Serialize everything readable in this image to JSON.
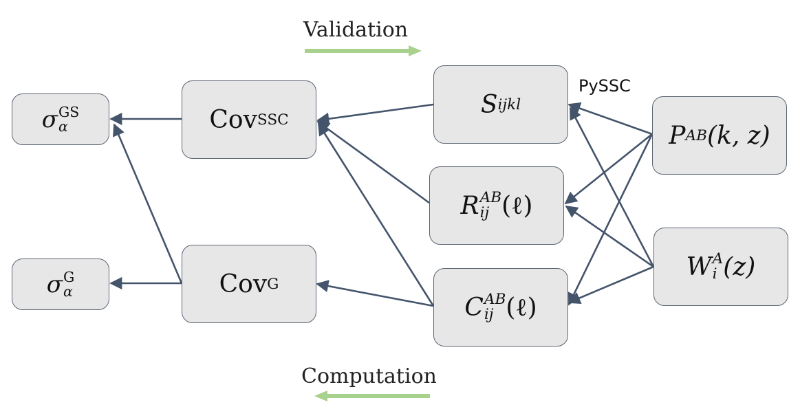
{
  "captions": {
    "validation": "Validation",
    "computation": "Computation",
    "pyssc": "PySSC"
  },
  "colors": {
    "node_fill": "#e7e7e7",
    "node_border": "#5b6473",
    "edge": "#44546a",
    "progress_arrow": "#a9d18e"
  },
  "nodes": {
    "sigma_gs": {
      "base": "σ",
      "sub": "α",
      "sup": "GS"
    },
    "sigma_g": {
      "base": "σ",
      "sub": "α",
      "sup": "G"
    },
    "cov_ssc": {
      "base": "Cov",
      "sub": "SSC"
    },
    "cov_g": {
      "base": "Cov",
      "sub": "G"
    },
    "s_ijkl": {
      "base": "S",
      "sub": "ijkl"
    },
    "r_ab": {
      "base": "R",
      "sup": "AB",
      "sub": "ij",
      "arg": "(ℓ)"
    },
    "c_ab": {
      "base": "C",
      "sup": "AB",
      "sub": "ij",
      "arg": "(ℓ)"
    },
    "p_ab": {
      "base": "P",
      "sub": "AB",
      "arg": "(k, z)"
    },
    "w_a": {
      "base": "W",
      "sup": "A",
      "sub": "i",
      "arg": "(z)"
    }
  }
}
